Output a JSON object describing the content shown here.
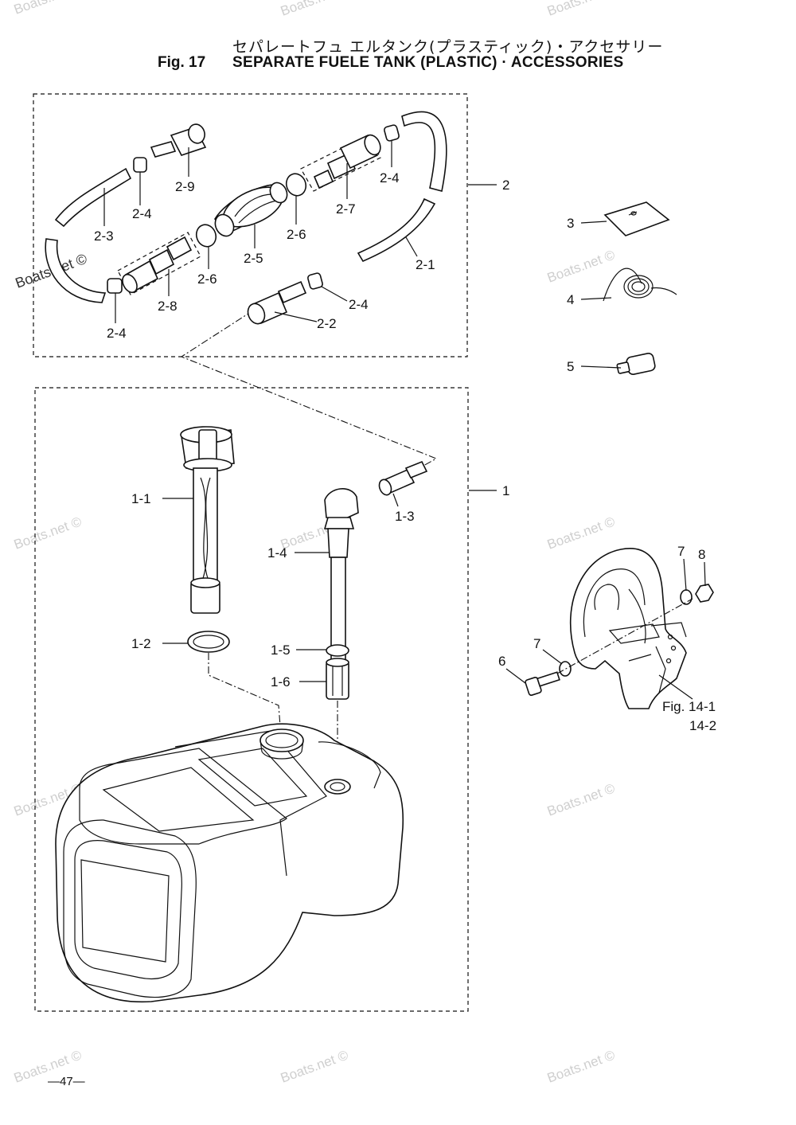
{
  "header": {
    "title_jp": "セパレートフュ エルタンク(プラスティック)・アクセサリー",
    "fig_label": "Fig. 17",
    "title_en": "SEPARATE FUELE TANK (PLASTIC) · ACCESSORIES"
  },
  "labels": {
    "l1": "1",
    "l1_1": "1-1",
    "l1_2": "1-2",
    "l1_3": "1-3",
    "l1_4": "1-4",
    "l1_5": "1-5",
    "l1_6": "1-6",
    "l2": "2",
    "l2_1": "2-1",
    "l2_2": "2-2",
    "l2_3": "2-3",
    "l2_4a": "2-4",
    "l2_4b": "2-4",
    "l2_4c": "2-4",
    "l2_4d": "2-4",
    "l2_5": "2-5",
    "l2_6a": "2-6",
    "l2_6b": "2-6",
    "l2_7": "2-7",
    "l2_8": "2-8",
    "l2_9": "2-9",
    "l3": "3",
    "l4": "4",
    "l5": "5",
    "l6": "6",
    "l7a": "7",
    "l7b": "7",
    "l8": "8",
    "fig14_1": "Fig. 14-1",
    "fig14_2": "14-2"
  },
  "watermark": "Boats.net ©",
  "page_number": "—47—"
}
